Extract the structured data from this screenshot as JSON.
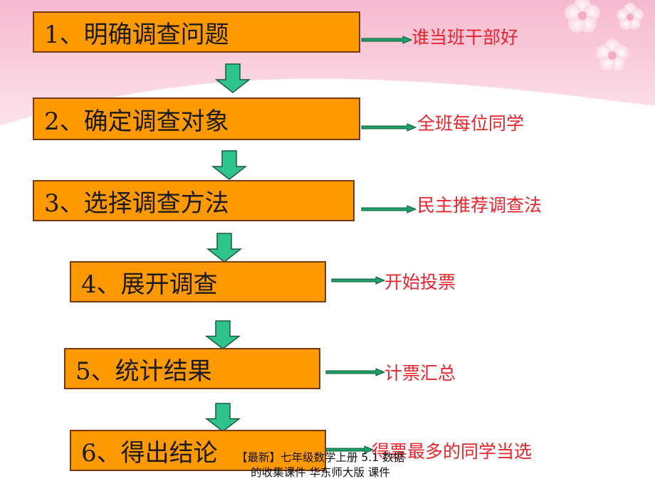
{
  "theme": {
    "box_fill": "#ff9900",
    "box_border": "#7a3a10",
    "down_arrow": "#2ec48b",
    "right_arrow": "#1fa06b",
    "note_color": "#e8242c",
    "band_color": "#f9c8d9"
  },
  "steps": [
    {
      "label": "1、明确调查问题",
      "note": "谁当班干部好"
    },
    {
      "label": "2、确定调查对象",
      "note": "全班每位同学"
    },
    {
      "label": "3、选择调查方法",
      "note": "民主推荐调查法"
    },
    {
      "label": "4、展开调查",
      "note": "开始投票"
    },
    {
      "label": "5、统计结果",
      "note": "计票汇总"
    },
    {
      "label": "6、得出结论",
      "note": "得票最多的同学当选"
    }
  ],
  "footer": {
    "line1": "【最新】七年级数学上册 5.1 数据",
    "line2": "的收集课件 华东师大版 课件"
  }
}
